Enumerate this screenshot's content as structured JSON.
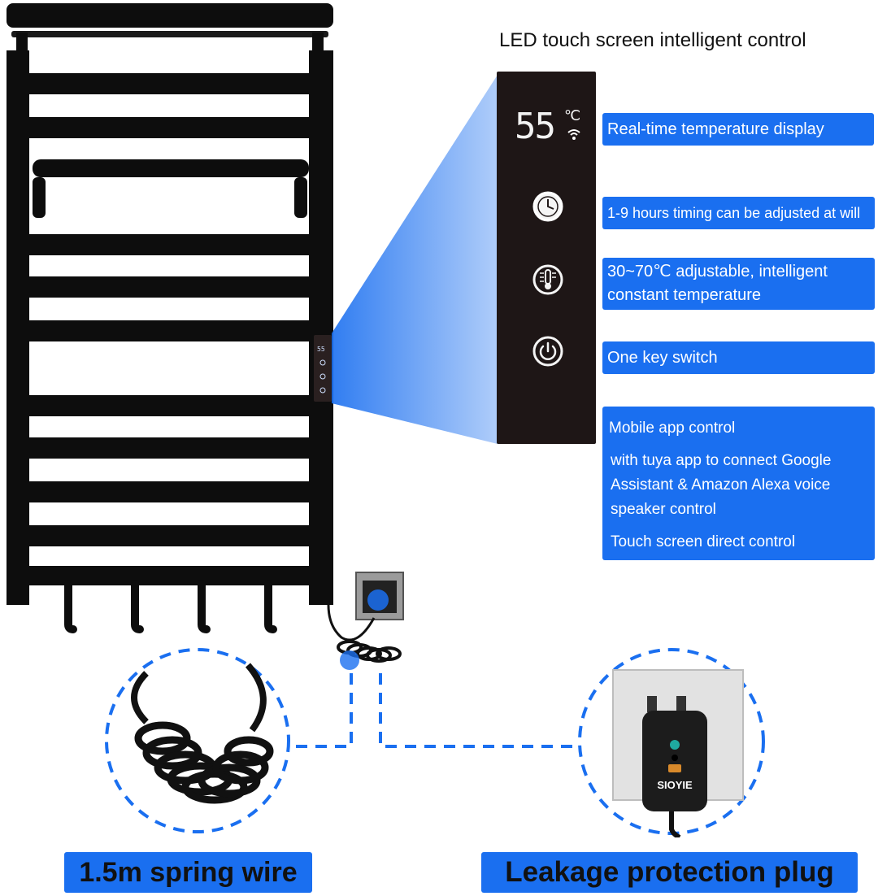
{
  "title": "LED touch screen intelligent control",
  "display": {
    "temperature": "55",
    "unit": "℃",
    "mini_temperature": "55"
  },
  "features": [
    {
      "label": "Real-time temperature display",
      "icon": "thermometer-display-icon"
    },
    {
      "label": "1-9 hours timing can be adjusted at will",
      "icon": "clock-icon"
    },
    {
      "label": "30~70℃ adjustable, intelligent constant temperature",
      "icon": "thermometer-icon"
    },
    {
      "label": "One key switch",
      "icon": "power-icon"
    }
  ],
  "app_control": {
    "line1": "Mobile app control",
    "line2": "with tuya app to connect Google Assistant & Amazon Alexa voice speaker control",
    "line3": "Touch screen direct control"
  },
  "plug_brand": "SIOYIE",
  "bottom_labels": {
    "spring_wire": "1.5m spring wire",
    "leakage_plug": "Leakage protection plug"
  },
  "colors": {
    "accent_blue": "#1a6ff0",
    "rail_black": "#0d0d0d",
    "panel_dark": "#1e1616"
  }
}
